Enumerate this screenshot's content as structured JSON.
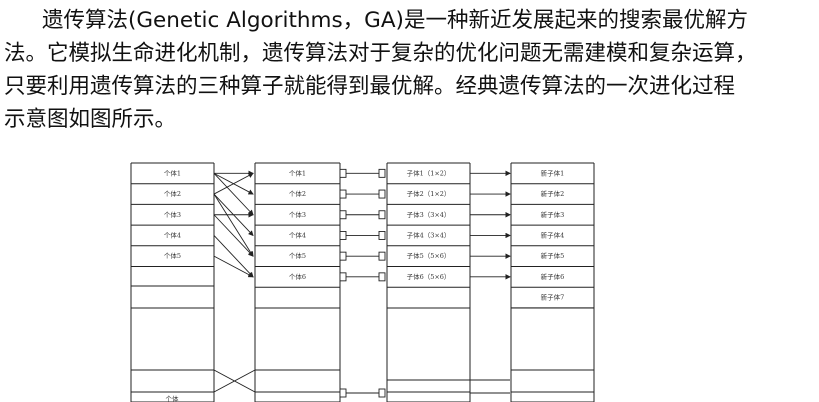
{
  "paragraph": {
    "lines": [
      "遗传算法(Genetic Algorithms，GA)是一种新近发展起来的搜索最优解方",
      "法。它模拟生命进化机制，遗传算法对于复杂的优化问题无需建模和复杂运算，",
      "只要利用遗传算法的三种算子就能得到最优解。经典遗传算法的一次进化过程",
      "示意图如图所示。"
    ]
  },
  "figure": {
    "col1": [
      "个体1",
      "个体2",
      "个体3",
      "个体4",
      "个体5"
    ],
    "col2": [
      "个体1",
      "个体2",
      "个体3",
      "个体4",
      "个体5",
      "个体6"
    ],
    "col3": [
      "子体1（1×2）",
      "子体2（1×2）",
      "子体3（3×4）",
      "子体4（3×4）",
      "子体5（5×6）",
      "子体6（5×6）"
    ],
    "col4": [
      "新子体1",
      "新子体2",
      "新子体3",
      "新子体4",
      "新子体5",
      "新子体6",
      "新子体7"
    ],
    "col1_bottom_label": "个体"
  }
}
